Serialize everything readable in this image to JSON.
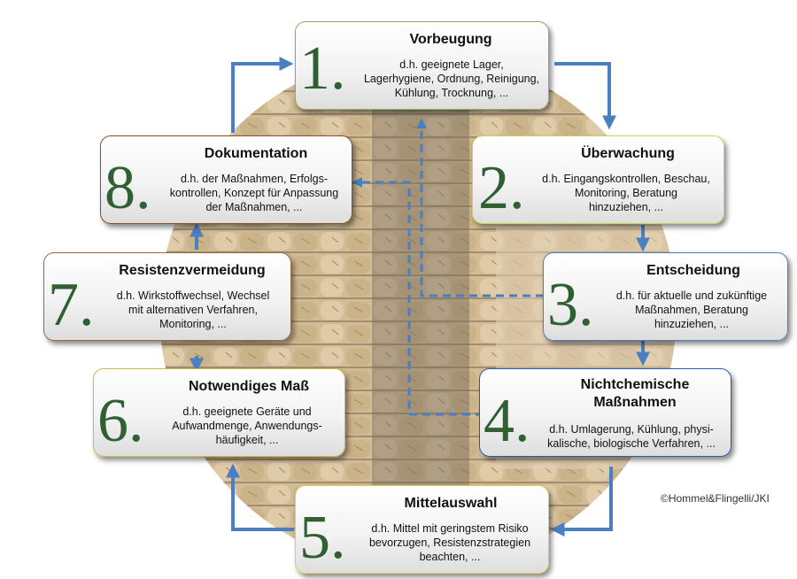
{
  "steps": [
    {
      "number": "1.",
      "title": "Vorbeugung",
      "lines": [
        "d.h. geeignete Lager,",
        "Lagerhygiene, Ordnung, Reinigung,",
        "Kühlung, Trocknung, ..."
      ],
      "border": "#8faa6a"
    },
    {
      "number": "2.",
      "title": "Überwachung",
      "lines": [
        "d.h. Eingangskontrollen, Beschau,",
        "Monitoring, Beratung",
        "hinzuziehen, ..."
      ],
      "border": "#c4d65c"
    },
    {
      "number": "3.",
      "title": "Entscheidung",
      "lines": [
        "d.h. für aktuelle und zukünftige",
        "Maßnahmen, Beratung",
        "hinzuziehen, ..."
      ],
      "border": "#4a7fbf"
    },
    {
      "number": "4.",
      "title": "Nichtchemische",
      "title2": "Maßnahmen",
      "lines": [
        "d.h. Umlagerung, Kühlung, physi-",
        "kalische, biologische Verfahren, ..."
      ],
      "border": "#2b5aa8"
    },
    {
      "number": "5.",
      "title": "Mittelauswahl",
      "lines": [
        "d.h. Mittel mit geringstem Risiko",
        "bevorzugen, Resistenzstrategien",
        "beachten, ..."
      ],
      "border": "#e0cc5a"
    },
    {
      "number": "6.",
      "title": "Notwendiges Maß",
      "lines": [
        "d.h. geeignete Geräte und",
        "Aufwandmenge, Anwendungs-",
        "häufigkeit, ..."
      ],
      "border": "#cdb84c"
    },
    {
      "number": "7.",
      "title": "Resistenzvermeidung",
      "lines": [
        "d.h. Wirkstoffwechsel, Wechsel",
        "mit alternativen Verfahren,",
        "Monitoring, ..."
      ],
      "border": "#9a6a3c"
    },
    {
      "number": "8.",
      "title": "Dokumentation",
      "lines": [
        "d.h. der Maßnahmen, Erfolgs-",
        "kontrollen, Konzept für Anpassung",
        "der Maßnahmen, ..."
      ],
      "border": "#8a4e2a"
    }
  ],
  "copyright": "©Hommel&Flingelli/JKI",
  "colors": {
    "arrow": "#4a7fc1",
    "number": "#2f5f33",
    "sacks": "#b89a6a"
  }
}
